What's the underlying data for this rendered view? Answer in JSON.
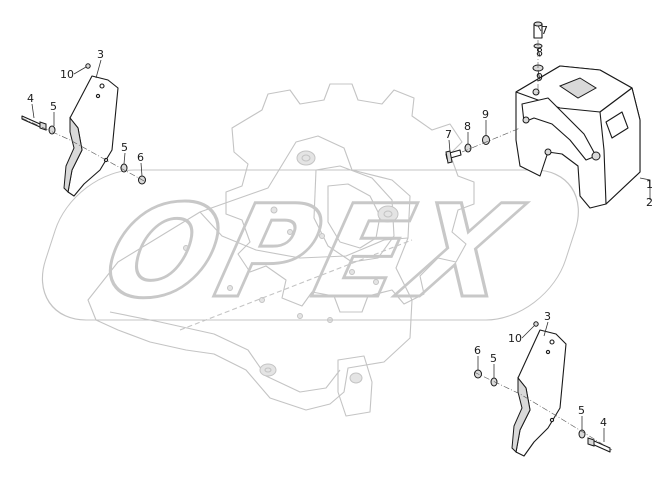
{
  "watermark": {
    "text": "OPEX"
  },
  "callouts": [
    {
      "id": "c-upper-left-3",
      "label": "3"
    },
    {
      "id": "c-upper-left-10",
      "label": "10"
    },
    {
      "id": "c-upper-left-4",
      "label": "4"
    },
    {
      "id": "c-upper-left-5a",
      "label": "5"
    },
    {
      "id": "c-upper-left-5b",
      "label": "5"
    },
    {
      "id": "c-upper-left-6",
      "label": "6"
    },
    {
      "id": "c-top-7",
      "label": "7"
    },
    {
      "id": "c-top-8",
      "label": "8"
    },
    {
      "id": "c-top-9",
      "label": "9"
    },
    {
      "id": "c-mid-7",
      "label": "7"
    },
    {
      "id": "c-mid-8",
      "label": "8"
    },
    {
      "id": "c-mid-9",
      "label": "9"
    },
    {
      "id": "c-right-1",
      "label": "1"
    },
    {
      "id": "c-right-2",
      "label": "2"
    },
    {
      "id": "c-lower-3",
      "label": "3"
    },
    {
      "id": "c-lower-10",
      "label": "10"
    },
    {
      "id": "c-lower-6",
      "label": "6"
    },
    {
      "id": "c-lower-5a",
      "label": "5"
    },
    {
      "id": "c-lower-5b",
      "label": "5"
    },
    {
      "id": "c-lower-4",
      "label": "4"
    }
  ]
}
